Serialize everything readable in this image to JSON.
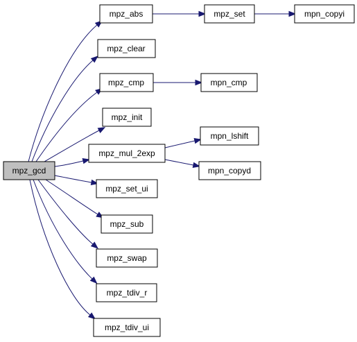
{
  "graph": {
    "nodes": {
      "mpz_gcd": "mpz_gcd",
      "mpz_abs": "mpz_abs",
      "mpz_set": "mpz_set",
      "mpn_copyi": "mpn_copyi",
      "mpz_clear": "mpz_clear",
      "mpz_cmp": "mpz_cmp",
      "mpn_cmp": "mpn_cmp",
      "mpz_init": "mpz_init",
      "mpz_mul_2exp": "mpz_mul_2exp",
      "mpn_lshift": "mpn_lshift",
      "mpn_copyd": "mpn_copyd",
      "mpz_set_ui": "mpz_set_ui",
      "mpz_sub": "mpz_sub",
      "mpz_swap": "mpz_swap",
      "mpz_tdiv_r": "mpz_tdiv_r",
      "mpz_tdiv_ui": "mpz_tdiv_ui"
    },
    "edges": [
      [
        "mpz_gcd",
        "mpz_abs"
      ],
      [
        "mpz_gcd",
        "mpz_clear"
      ],
      [
        "mpz_gcd",
        "mpz_cmp"
      ],
      [
        "mpz_gcd",
        "mpz_init"
      ],
      [
        "mpz_gcd",
        "mpz_mul_2exp"
      ],
      [
        "mpz_gcd",
        "mpz_set_ui"
      ],
      [
        "mpz_gcd",
        "mpz_sub"
      ],
      [
        "mpz_gcd",
        "mpz_swap"
      ],
      [
        "mpz_gcd",
        "mpz_tdiv_r"
      ],
      [
        "mpz_gcd",
        "mpz_tdiv_ui"
      ],
      [
        "mpz_abs",
        "mpz_set"
      ],
      [
        "mpz_set",
        "mpn_copyi"
      ],
      [
        "mpz_cmp",
        "mpn_cmp"
      ],
      [
        "mpz_mul_2exp",
        "mpn_lshift"
      ],
      [
        "mpz_mul_2exp",
        "mpn_copyd"
      ]
    ],
    "colors": {
      "edge": "#191970",
      "root_fill": "#bfbfbf",
      "node_fill": "#ffffff",
      "border": "#000000"
    }
  }
}
